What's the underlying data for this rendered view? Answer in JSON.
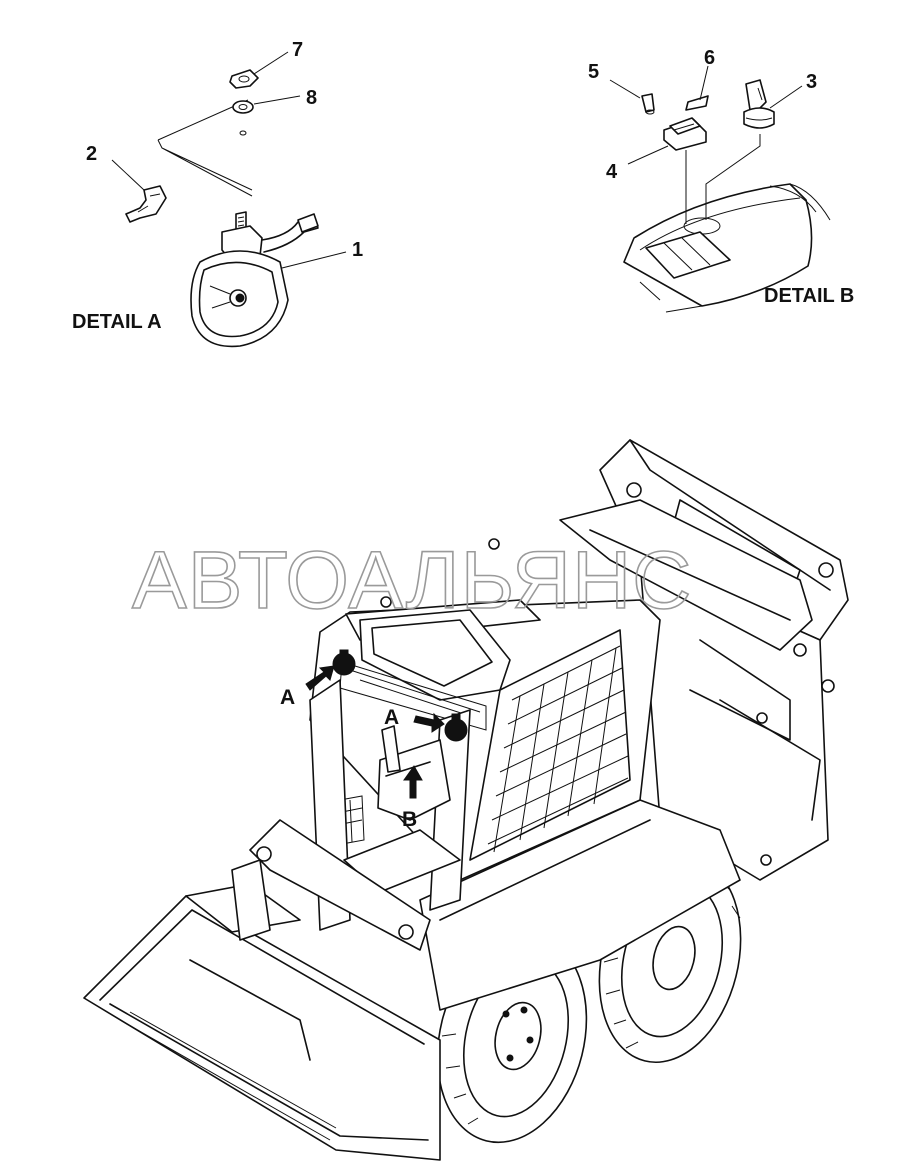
{
  "detail_a": {
    "title": "DETAIL A",
    "callouts": [
      "1",
      "2",
      "7",
      "8"
    ]
  },
  "detail_b": {
    "title": "DETAIL B",
    "callouts": [
      "3",
      "4",
      "5",
      "6"
    ]
  },
  "machine": {
    "location_markers": [
      "A",
      "A",
      "B"
    ]
  },
  "watermark": "АВТОАЛЬЯНС"
}
